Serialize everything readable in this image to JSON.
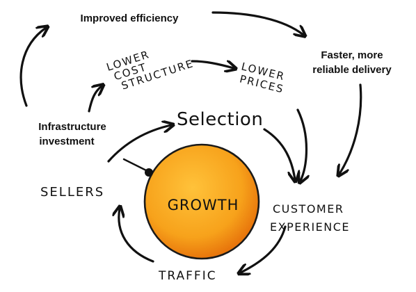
{
  "labels": {
    "improved_efficiency": "Improved efficiency",
    "faster_line1": "Faster, more",
    "faster_line2": "reliable delivery",
    "infra_line1": "Infrastructure",
    "infra_line2": "investment",
    "lower_cost_line1": "LOWER",
    "lower_cost_line2": "COST",
    "lower_cost_line3": "STRUCTURE",
    "lower_prices_line1": "LOWER",
    "lower_prices_line2": "PRICES",
    "selection": "Selection",
    "sellers": "SELLERS",
    "growth": "GROWTH",
    "customer_line1": "CUSTOMER",
    "customer_line2": "EXPERIENCE",
    "traffic": "TRAFFIC"
  },
  "colors": {
    "growth_fill": "#F7A21B",
    "growth_edge": "#E8760C",
    "ink": "#111111"
  }
}
